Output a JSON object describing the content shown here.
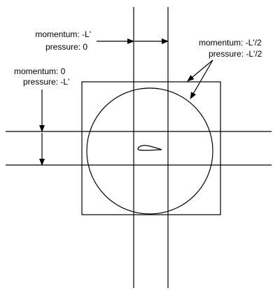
{
  "labels": {
    "top_center": {
      "momentum": "momentum:  -L'",
      "pressure": "pressure:  0"
    },
    "top_right": {
      "momentum": "momentum:  -L'/2",
      "pressure": "pressure:  -L'/2"
    },
    "left": {
      "momentum": "momentum:  0",
      "pressure": "pressure:  -L'"
    }
  }
}
